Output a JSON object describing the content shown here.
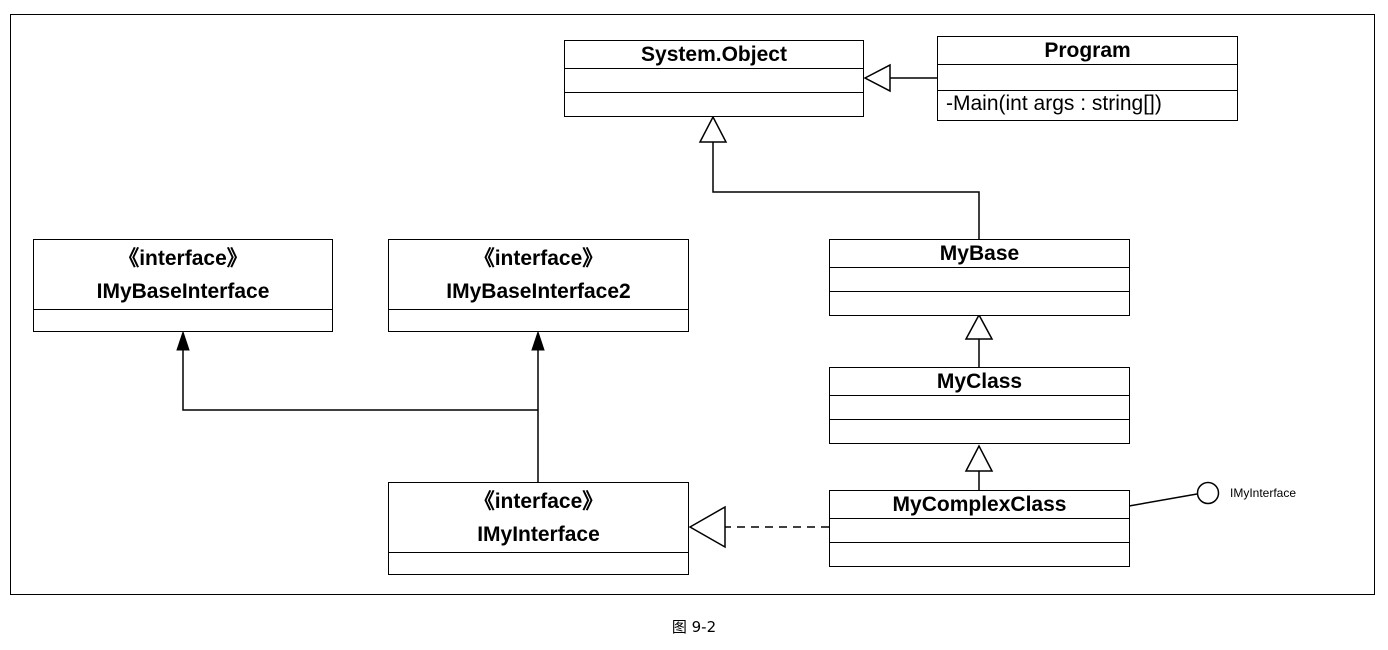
{
  "classes": {
    "system_object": {
      "name": "System.Object"
    },
    "program": {
      "name": "Program",
      "operation": "-Main(int args : string[])"
    },
    "mybase": {
      "name": "MyBase"
    },
    "myclass": {
      "name": "MyClass"
    },
    "mycomplexclass": {
      "name": "MyComplexClass"
    }
  },
  "interfaces": {
    "imybaseinterface": {
      "stereotype": "《interface》",
      "name": "IMyBaseInterface"
    },
    "imybaseinterface2": {
      "stereotype": "《interface》",
      "name": "IMyBaseInterface2"
    },
    "imyinterface": {
      "stereotype": "《interface》",
      "name": "IMyInterface"
    }
  },
  "lollipop_label": "IMyInterface",
  "caption": "图 9-2"
}
